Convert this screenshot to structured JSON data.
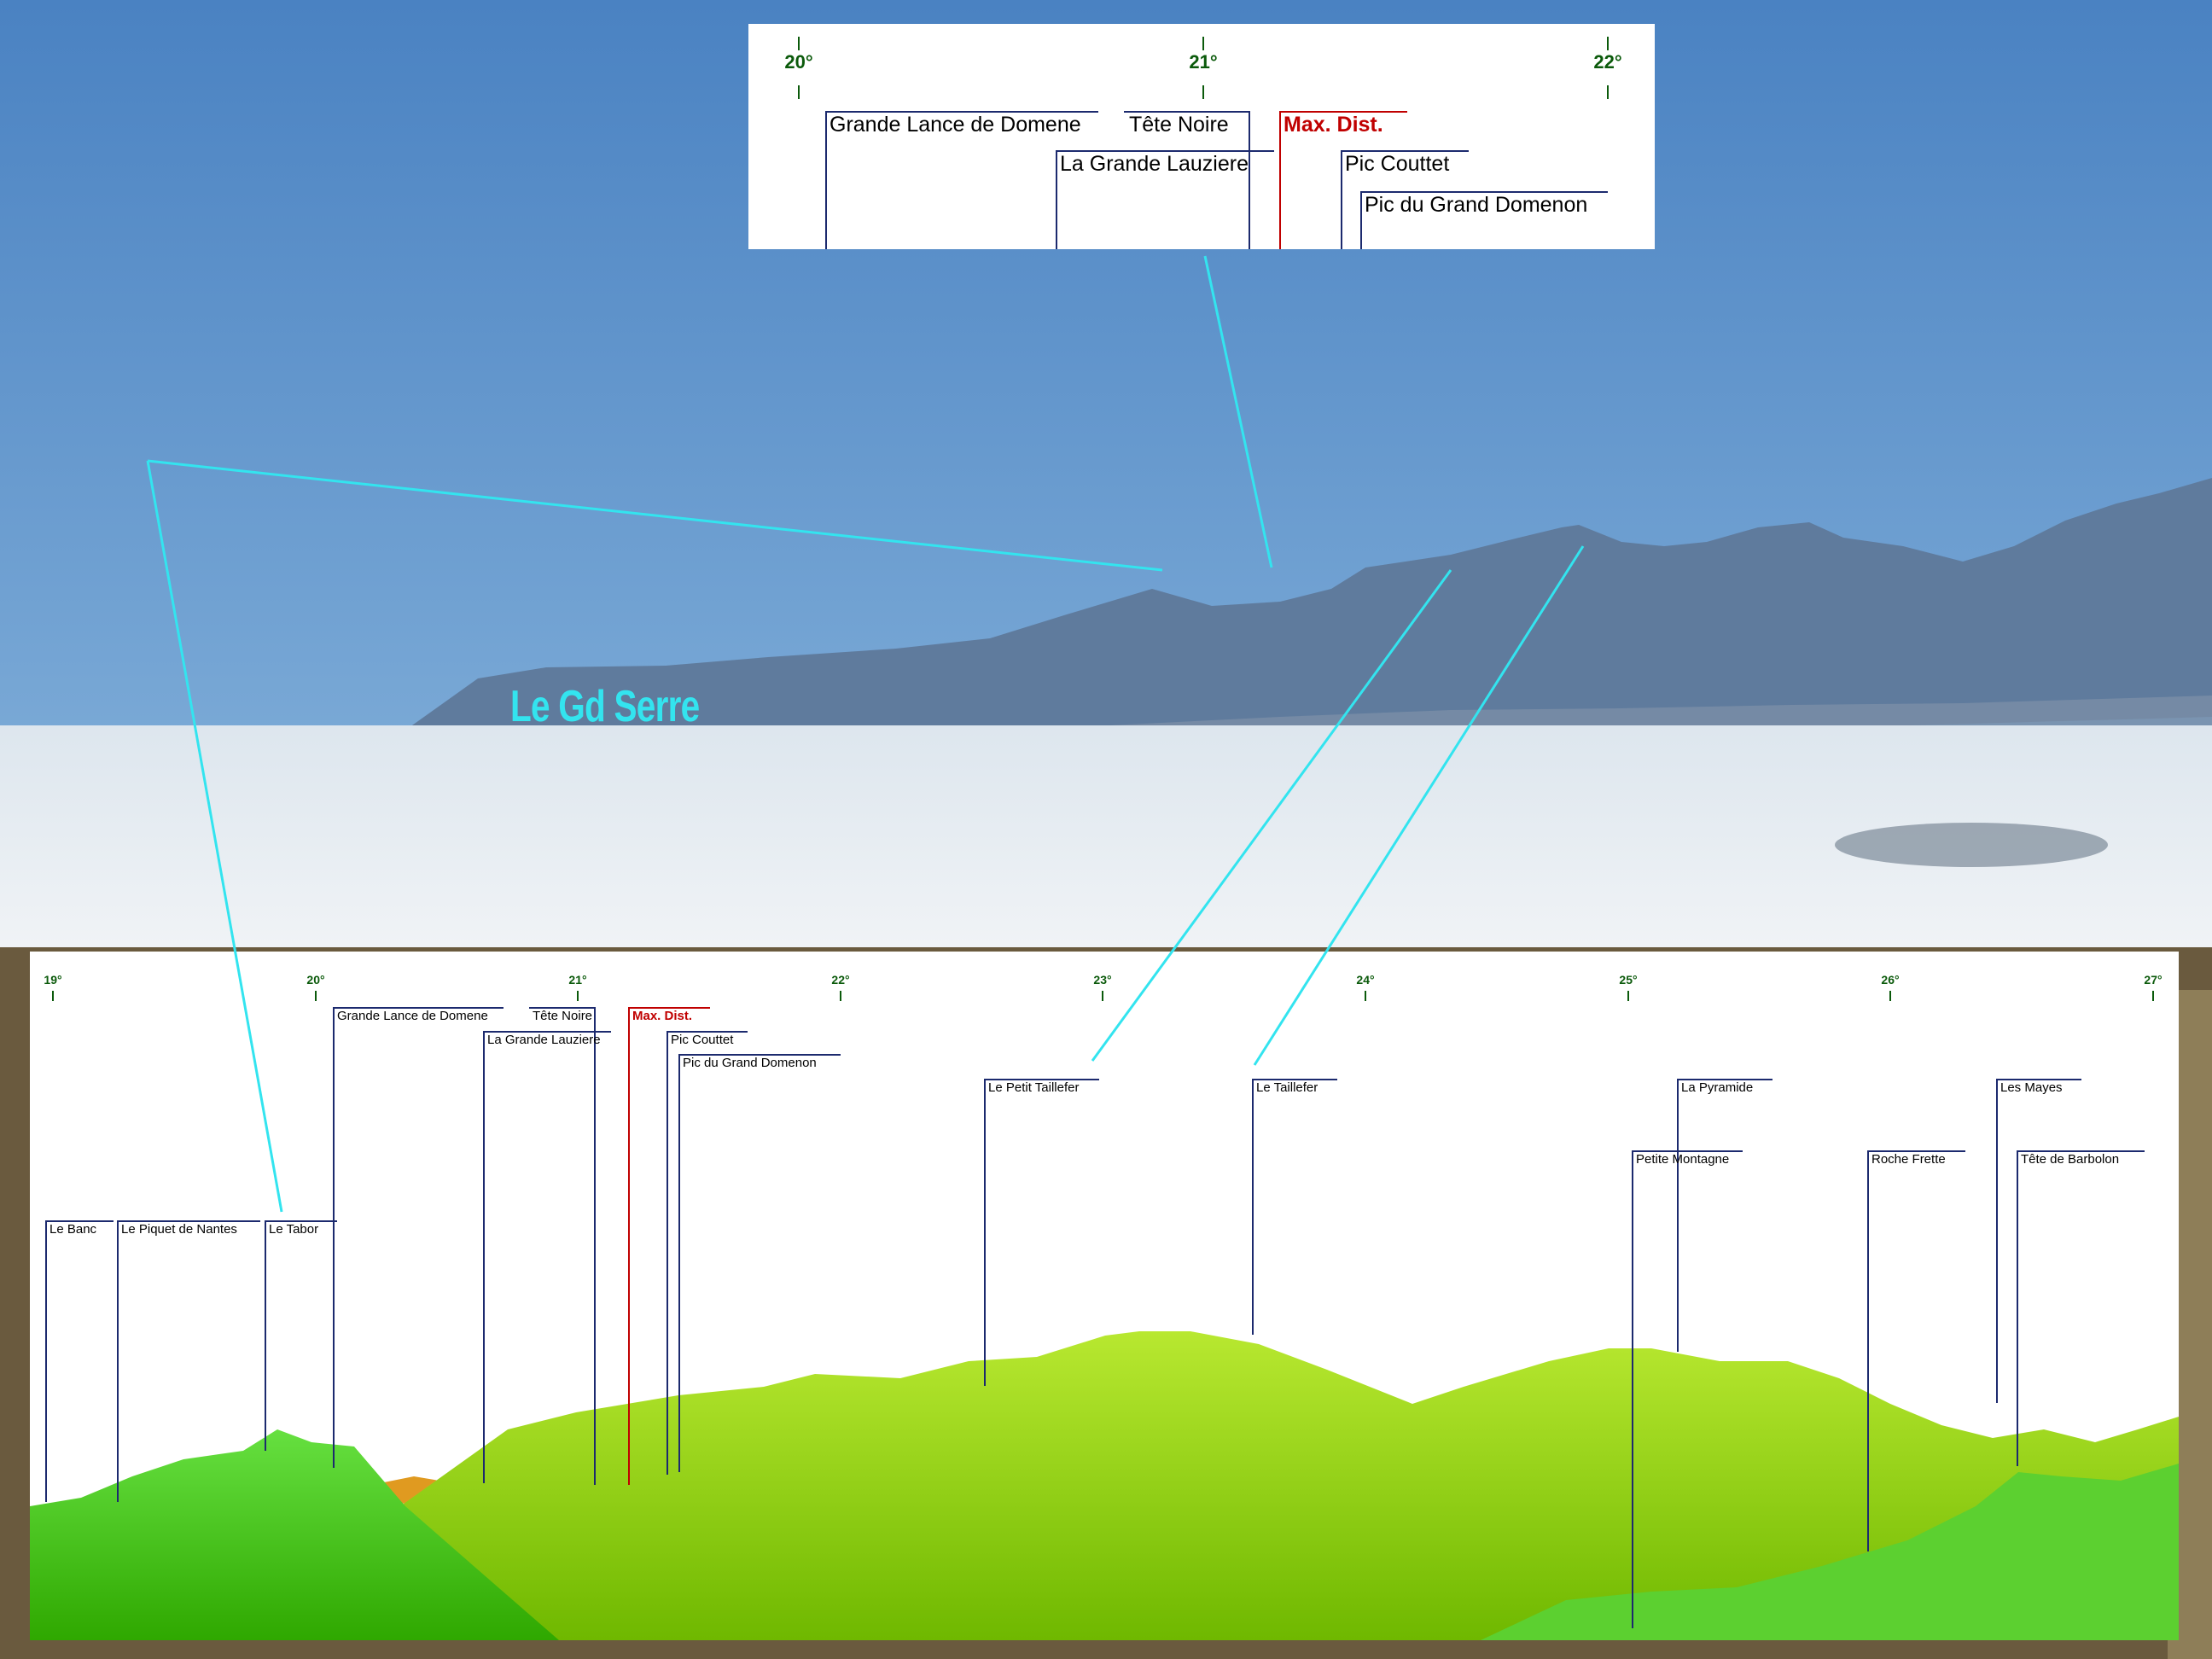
{
  "photo_label": "Le Gd Serre",
  "colors": {
    "sky_top": "#4f86c4",
    "sky_bottom": "#8fb8dc",
    "clouds": "#e8edf2",
    "leader_lines": "#33e4ef",
    "tick_green": "#0b5a0b",
    "max_dist_red": "#c00000",
    "terrain_green": "#7fd000",
    "terrain_far": "#e09a20"
  },
  "inset": {
    "ticks": [
      "20°",
      "21°",
      "22°"
    ],
    "peaks": [
      {
        "name": "Grande Lance de Domene"
      },
      {
        "name": "Tête Noire"
      },
      {
        "name": "Max. Dist."
      },
      {
        "name": "La Grande Lauziere"
      },
      {
        "name": "Pic Couttet"
      },
      {
        "name": "Pic du Grand Domenon"
      }
    ]
  },
  "panorama": {
    "ticks": [
      "19°",
      "20°",
      "21°",
      "22°",
      "23°",
      "24°",
      "25°",
      "26°",
      "27°"
    ],
    "peaks": [
      {
        "name": "Grande Lance de Domene"
      },
      {
        "name": "Tête Noire"
      },
      {
        "name": "Max. Dist."
      },
      {
        "name": "La Grande Lauziere"
      },
      {
        "name": "Pic Couttet"
      },
      {
        "name": "Pic du Grand Domenon"
      },
      {
        "name": "Le Petit Taillefer"
      },
      {
        "name": "Le Taillefer"
      },
      {
        "name": "La Pyramide"
      },
      {
        "name": "Les Mayes"
      },
      {
        "name": "Petite Montagne"
      },
      {
        "name": "Roche Frette"
      },
      {
        "name": "Tête de Barbolon"
      },
      {
        "name": "Le Banc"
      },
      {
        "name": "Le Piquet de Nantes"
      },
      {
        "name": "Le Tabor"
      }
    ]
  }
}
